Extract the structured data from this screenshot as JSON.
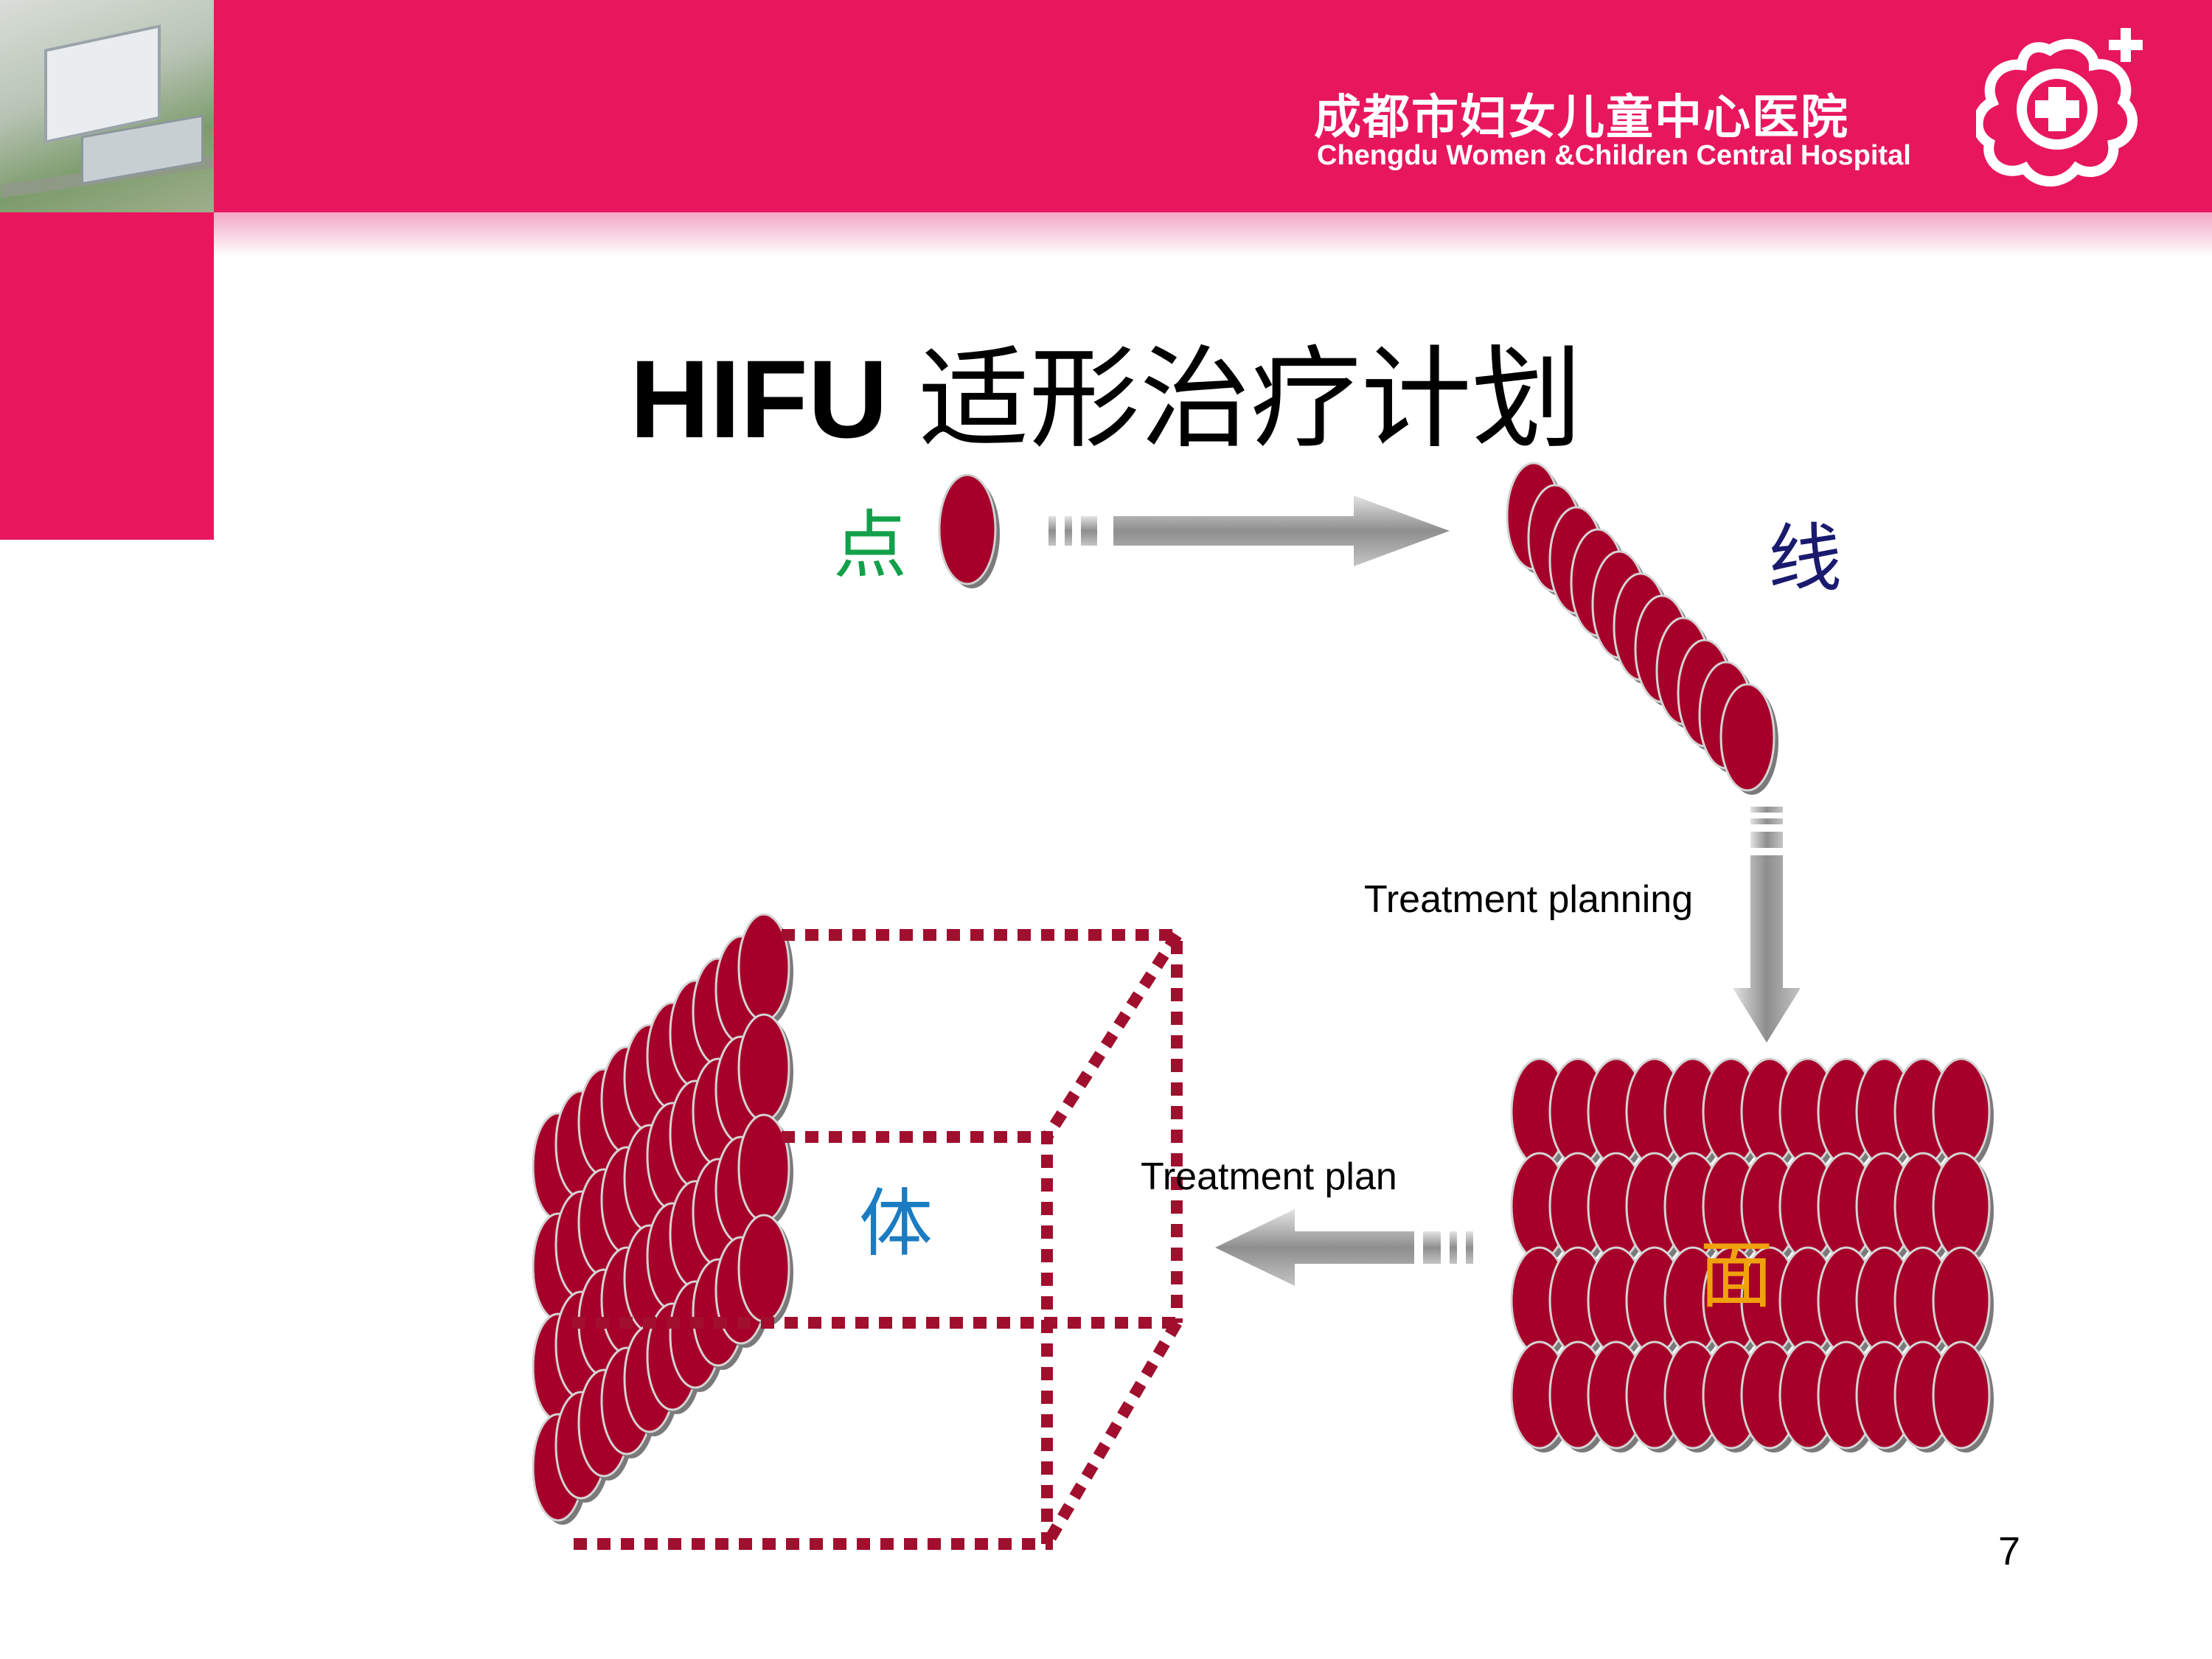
{
  "header": {
    "hospital_name_cn": "成都市妇女儿童中心医院",
    "hospital_name_en": "Chengdu Women &Children Central Hospital",
    "brand_color": "#e8175d"
  },
  "title": {
    "bold_part": "HIFU",
    "rest": " 适形治疗计划"
  },
  "labels": {
    "point": "点",
    "line": "线",
    "face": "面",
    "body": "体"
  },
  "captions": {
    "step_line_to_face": "Treatment planning",
    "step_face_to_body": "Treatment plan"
  },
  "page_number": "7",
  "colors": {
    "ellipse_fill": "#a6002a",
    "ellipse_shadow": "#7a7a7a",
    "cube_dots": "#a10f2e",
    "arrow": "#9a9a9a"
  }
}
